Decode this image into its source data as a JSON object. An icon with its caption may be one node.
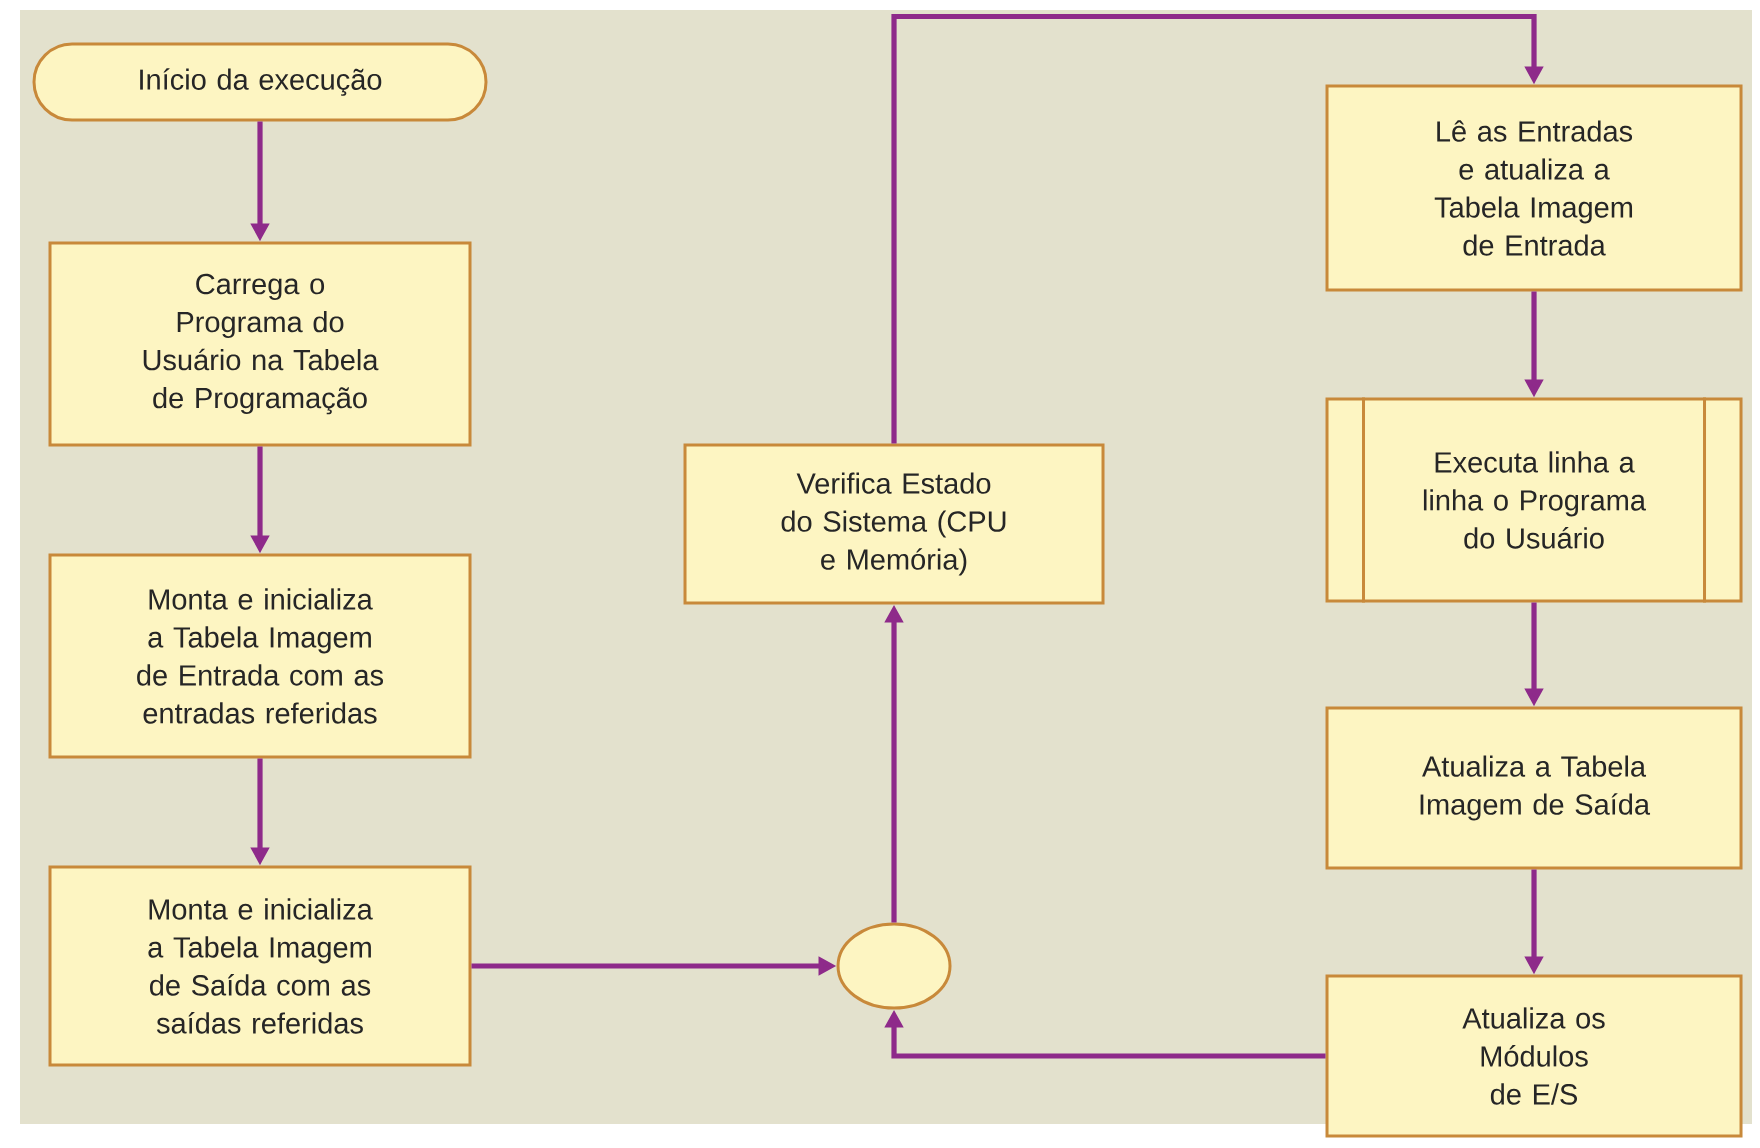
{
  "diagram": {
    "nodes": [
      {
        "text": [
          "Início da execução"
        ]
      },
      {
        "text": [
          "Carrega o Programa do Usuário na Tabela de Programação"
        ]
      },
      {
        "text": [
          "Monta e inicializa a Tabela Imagem de Entrada com as entradas referidas"
        ]
      },
      {
        "text": [
          "Monta e inicializa a Tabela Imagem de Saída com as saídas referidas"
        ]
      },
      {
        "text": [
          "Verifica Estado do Sistema (CPU e Memória)"
        ]
      },
      {
        "text": [],
        "shape": "circle"
      },
      {
        "text": [
          "Lê as Entradas e atualiza a Tabela Imagem de Entrada"
        ]
      },
      {
        "text": [
          "Executa linha a linha o Programa do Usuário"
        ]
      },
      {
        "text": [
          "Atualiza a Tabela Imagem de Saída"
        ]
      },
      {
        "text": [
          "Atualiza os Módulos de E/S"
        ]
      }
    ],
    "edges": [
      {
        "from": 0,
        "to": 1,
        "arrow": "to"
      },
      {
        "from": 1,
        "to": 2,
        "arrow": "to"
      },
      {
        "from": 2,
        "to": 3,
        "arrow": "to"
      },
      {
        "from": 3,
        "to": 5,
        "arrow": "to"
      },
      {
        "from": 5,
        "to": 4,
        "arrow": "to"
      },
      {
        "from": 4,
        "to": 6,
        "arrow": "to"
      },
      {
        "from": 6,
        "to": 7,
        "arrow": "to"
      },
      {
        "from": 7,
        "to": 8,
        "arrow": "to"
      },
      {
        "from": 8,
        "to": 9,
        "arrow": "to"
      },
      {
        "from": 9,
        "to": 5,
        "arrow": "to"
      }
    ]
  }
}
